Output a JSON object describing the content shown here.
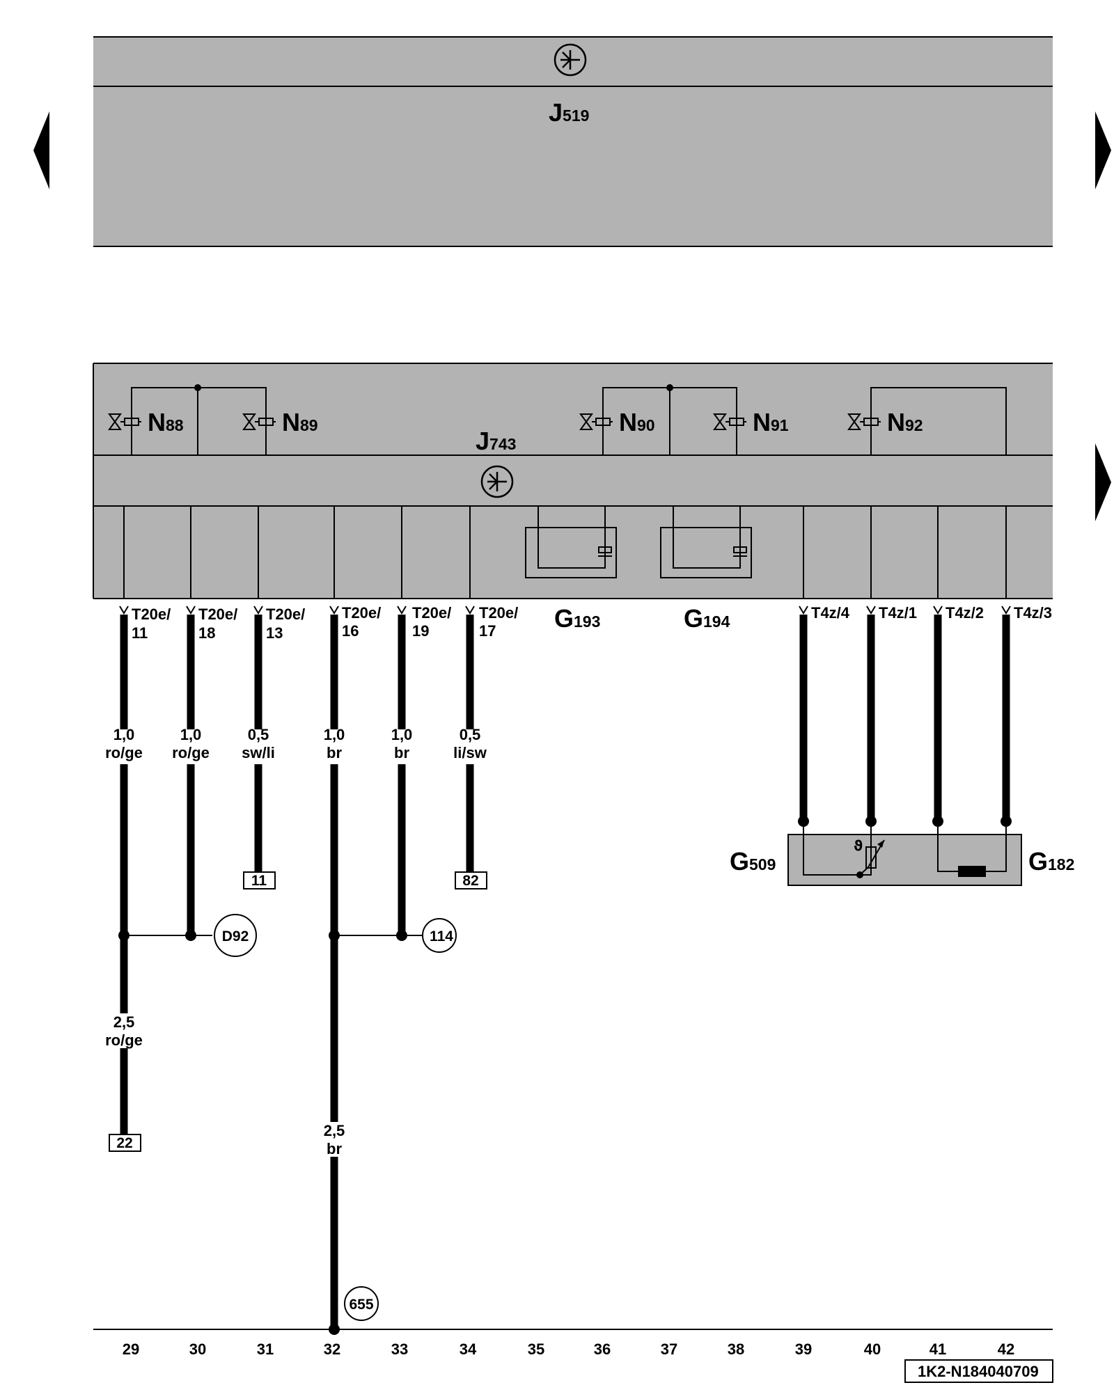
{
  "colors": {
    "panel_fill": "#b3b3b3",
    "line": "#000000",
    "background": "#ffffff"
  },
  "icons": {
    "ground_symbol": "ground-symbol-icon",
    "valve_symbol": "solenoid-valve-icon",
    "nav_left": "triangle-left-icon",
    "nav_right": "triangle-right-icon"
  },
  "j519": {
    "main": "J",
    "sub": "519"
  },
  "j743": {
    "main": "J",
    "sub": "743"
  },
  "valves": [
    {
      "main": "N",
      "sub": "88"
    },
    {
      "main": "N",
      "sub": "89"
    },
    {
      "main": "N",
      "sub": "90"
    },
    {
      "main": "N",
      "sub": "91"
    },
    {
      "main": "N",
      "sub": "92"
    }
  ],
  "sensors": [
    {
      "main": "G",
      "sub": "193"
    },
    {
      "main": "G",
      "sub": "194"
    },
    {
      "main": "G",
      "sub": "509"
    },
    {
      "main": "G",
      "sub": "182"
    }
  ],
  "pins": [
    {
      "line1": "T20e/",
      "line2": "11"
    },
    {
      "line1": "T20e/",
      "line2": "18"
    },
    {
      "line1": "T20e/",
      "line2": "13"
    },
    {
      "line1": "T20e/",
      "line2": "16"
    },
    {
      "line1": "T20e/",
      "line2": "19"
    },
    {
      "line1": "T20e/",
      "line2": "17"
    },
    {
      "line1": "T4z/4",
      "line2": ""
    },
    {
      "line1": "T4z/1",
      "line2": ""
    },
    {
      "line1": "T4z/2",
      "line2": ""
    },
    {
      "line1": "T4z/3",
      "line2": ""
    }
  ],
  "wire_labels": [
    {
      "size": "1,0",
      "color": "ro/ge"
    },
    {
      "size": "1,0",
      "color": "ro/ge"
    },
    {
      "size": "0,5",
      "color": "sw/li"
    },
    {
      "size": "1,0",
      "color": "br"
    },
    {
      "size": "1,0",
      "color": "br"
    },
    {
      "size": "0,5",
      "color": "li/sw"
    },
    {
      "size": "2,5",
      "color": "ro/ge"
    },
    {
      "size": "2,5",
      "color": "br"
    }
  ],
  "box_refs": [
    "11",
    "82",
    "22"
  ],
  "circle_refs": [
    "D92",
    "114",
    "655"
  ],
  "columns": [
    "29",
    "30",
    "31",
    "32",
    "33",
    "34",
    "35",
    "36",
    "37",
    "38",
    "39",
    "40",
    "41",
    "42"
  ],
  "doc_id": "1K2-N184040709"
}
